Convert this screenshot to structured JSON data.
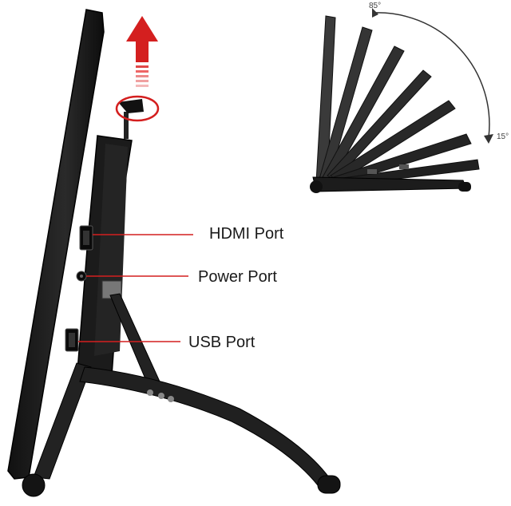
{
  "labels": {
    "hdmi": "HDMI Port",
    "power": "Power Port",
    "usb": "USB Port"
  },
  "angles": {
    "max": "85°",
    "min": "15°"
  },
  "colors": {
    "accent_red": "#d41f1f",
    "device_body": "#1c1c1c",
    "device_edge": "#3a3a3a",
    "stand": "#222222"
  }
}
